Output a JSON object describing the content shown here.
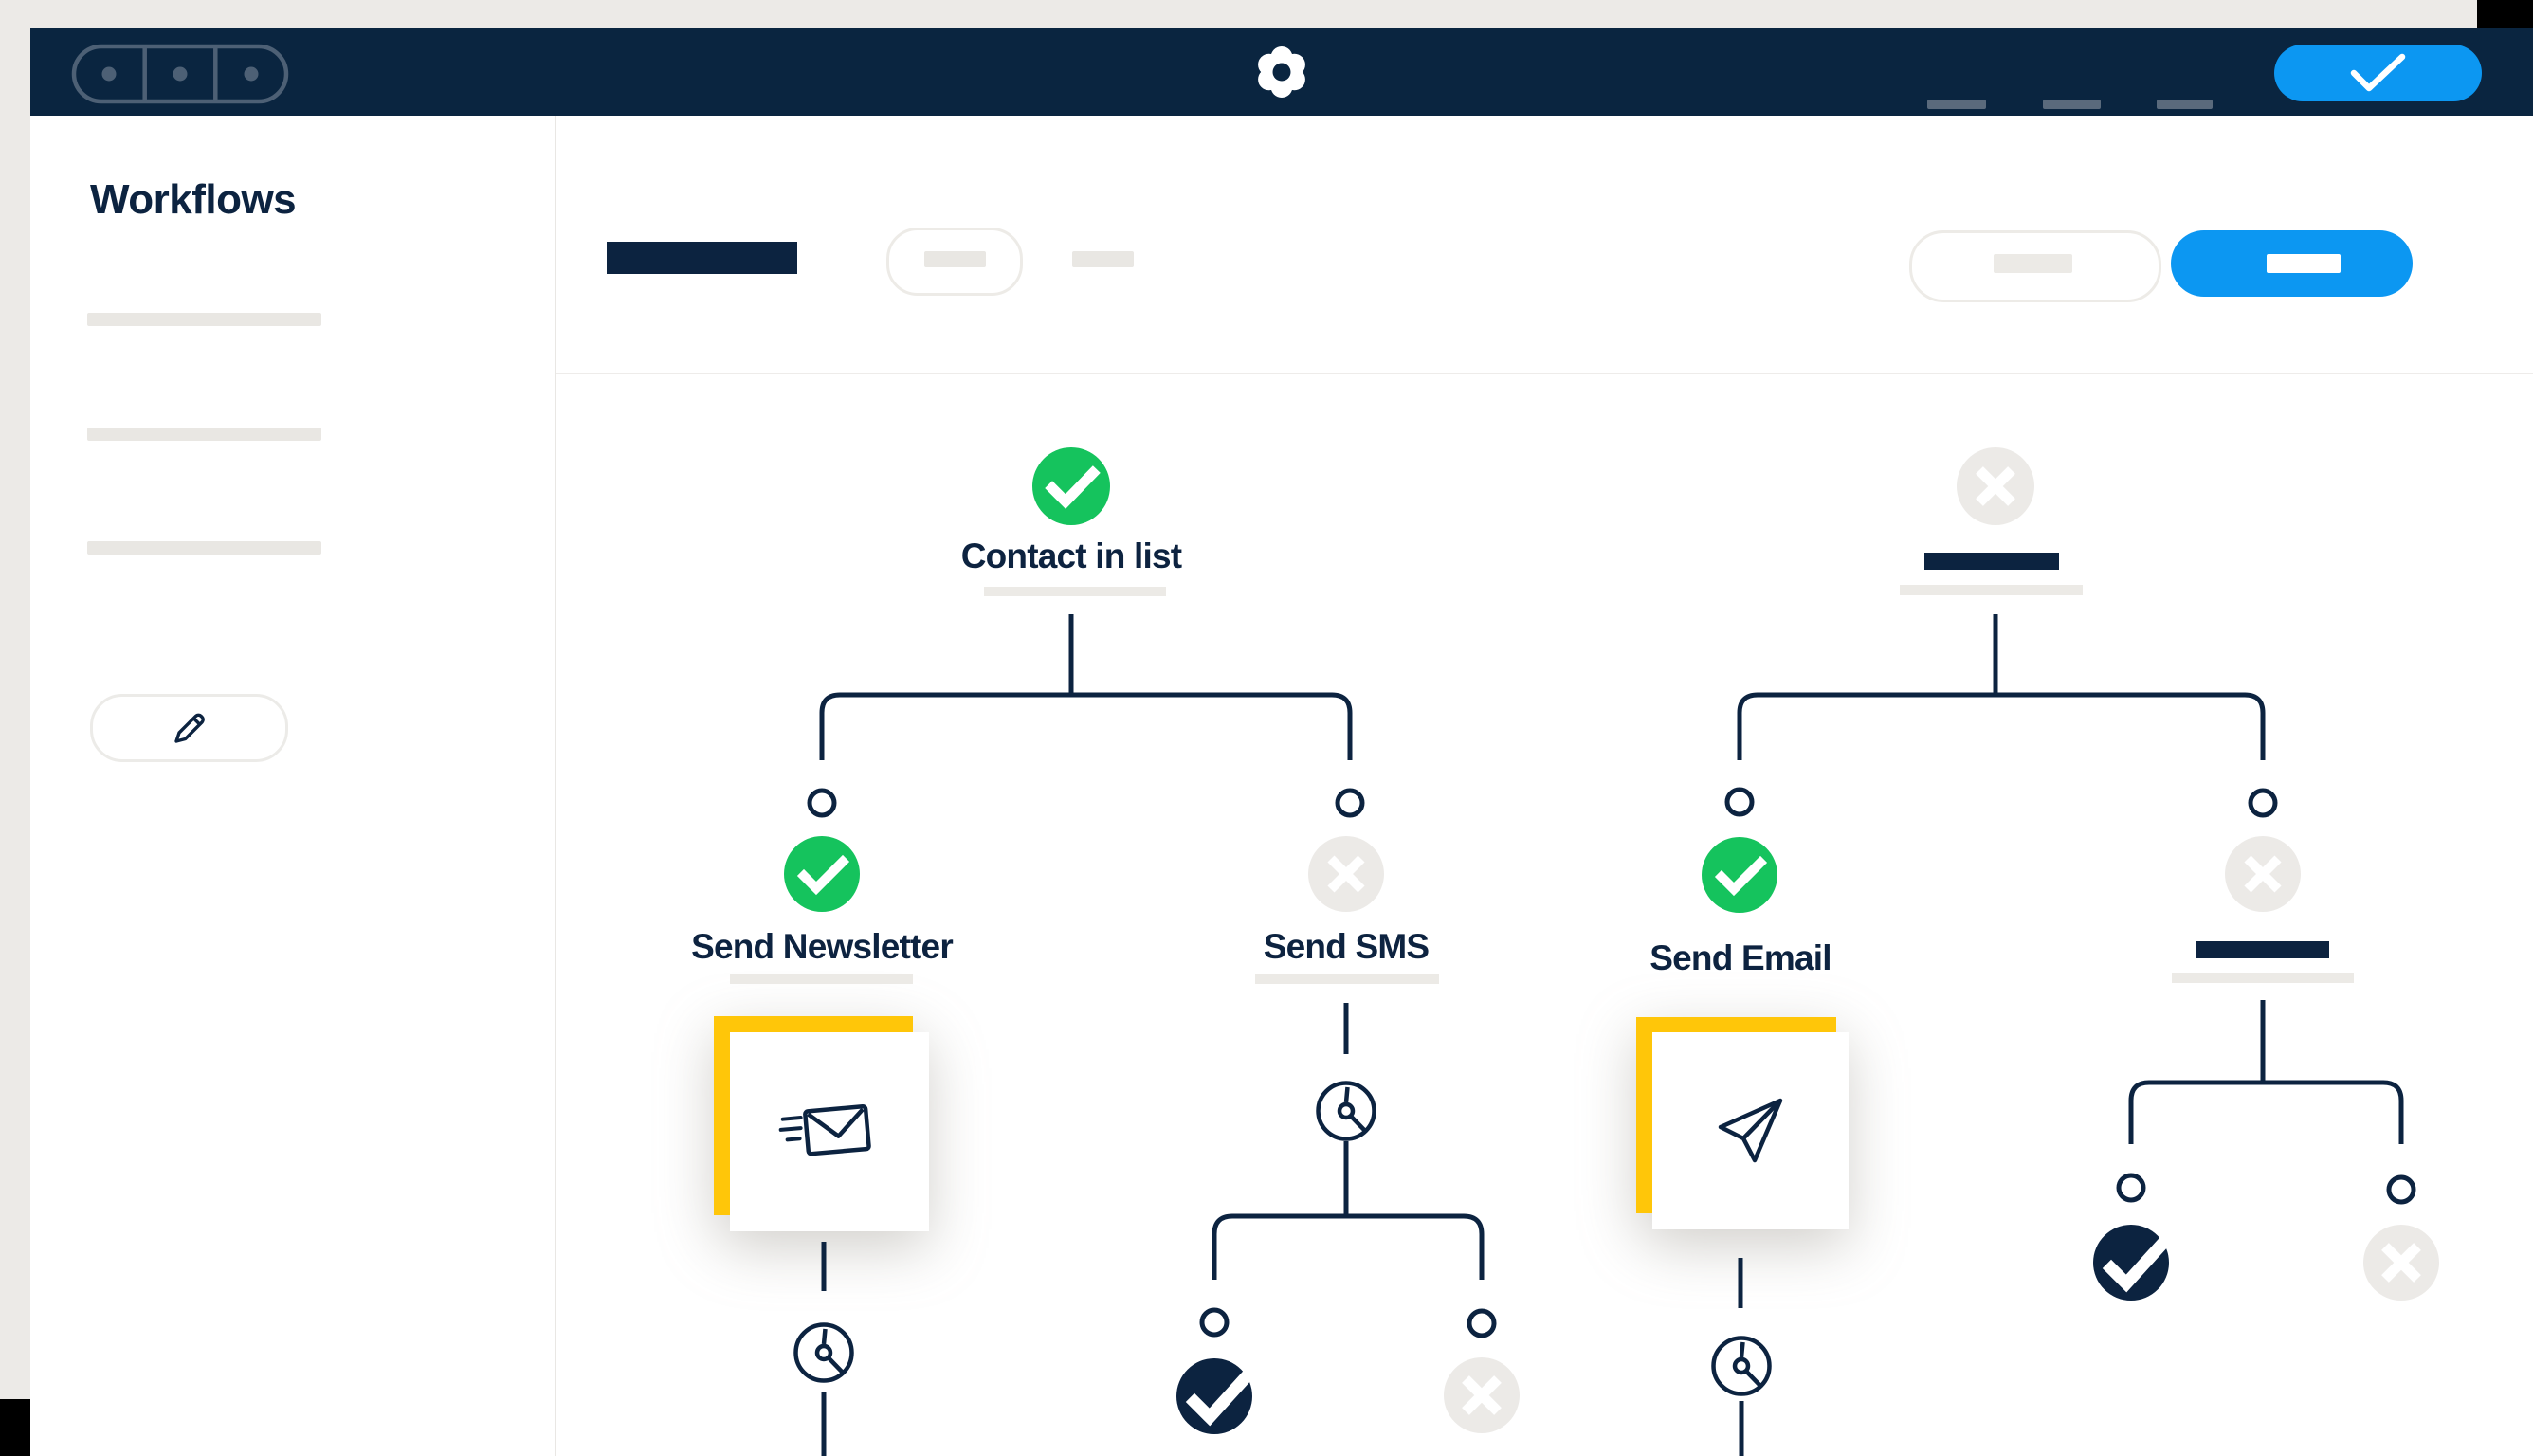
{
  "app": {
    "name": "workflow-automation",
    "logo_icon": "sendinblue-spiral-logo"
  },
  "topbar": {
    "window_controls": "three-dot-window-controls",
    "menu_placeholders": 3,
    "confirm_button": {
      "icon": "check-icon",
      "color": "#0c97f2"
    }
  },
  "sidebar": {
    "title": "Workflows",
    "skeleton_items": 3,
    "edit_button": {
      "icon": "pencil-icon"
    }
  },
  "header": {
    "title_placeholder": "navy-bar",
    "filter_pill": "outline-pill-with-dash",
    "secondary_button": "outline-pill-with-dash",
    "primary_button": {
      "style": "blue-pill-with-dash",
      "color": "#0c97f2"
    }
  },
  "workflow": {
    "tree1": {
      "root": {
        "label": "Contact in list",
        "status": "success"
      },
      "children": {
        "newsletter": {
          "label": "Send Newsletter",
          "status": "success",
          "action_icon": "email-send-icon",
          "timer_icon": "clock-icon"
        },
        "sms": {
          "label": "Send SMS",
          "status": "rejected",
          "timer_icon": "clock-icon",
          "children": {
            "yes": {
              "status": "success-filled"
            },
            "no": {
              "status": "rejected"
            }
          }
        }
      }
    },
    "tree2": {
      "root": {
        "label": "",
        "status": "rejected",
        "placeholder": true
      },
      "children": {
        "email": {
          "label": "Send Email",
          "status": "success",
          "action_icon": "paper-plane-icon",
          "timer_icon": "clock-icon"
        },
        "placeholder_branch": {
          "status": "rejected",
          "placeholder": true,
          "children": {
            "yes": {
              "status": "success-filled"
            },
            "no": {
              "status": "rejected"
            }
          }
        }
      }
    }
  },
  "colors": {
    "navy": "#0C2340",
    "topbar_navy": "#0A2540",
    "green": "#15C35D",
    "blue": "#0C97F2",
    "yellow": "#FFC609",
    "gray_circle": "#ECEAE7",
    "skeleton_gray": "#E9E7E3"
  }
}
